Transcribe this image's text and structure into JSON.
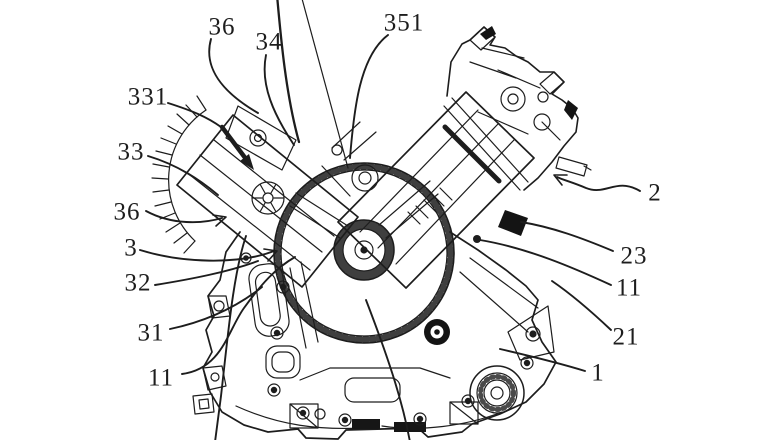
{
  "figure": {
    "kind": "patent line drawing",
    "colors": {
      "background": "#ffffff",
      "line": "#1d1d1d"
    }
  },
  "labels": [
    {
      "id": "top-36",
      "text": "36"
    },
    {
      "id": "top-34",
      "text": "34"
    },
    {
      "id": "top-351",
      "text": "351"
    },
    {
      "id": "left-331",
      "text": "331"
    },
    {
      "id": "left-33",
      "text": "33"
    },
    {
      "id": "left-36",
      "text": "36"
    },
    {
      "id": "left-3",
      "text": "3"
    },
    {
      "id": "left-32",
      "text": "32"
    },
    {
      "id": "left-31",
      "text": "31"
    },
    {
      "id": "left-11",
      "text": "11"
    },
    {
      "id": "right-2",
      "text": "2"
    },
    {
      "id": "right-23",
      "text": "23"
    },
    {
      "id": "right-11",
      "text": "11"
    },
    {
      "id": "right-21",
      "text": "21"
    },
    {
      "id": "right-1",
      "text": "1"
    }
  ]
}
